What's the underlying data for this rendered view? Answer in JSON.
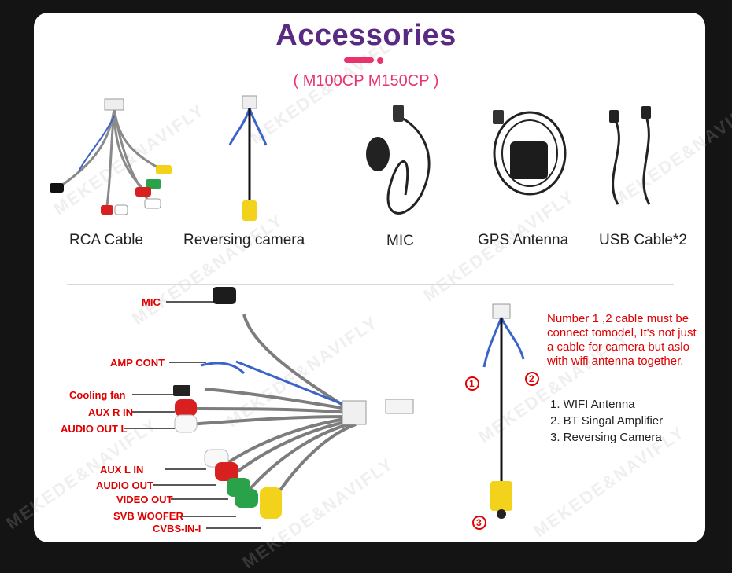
{
  "header": {
    "title": "Accessories",
    "subtitle": "( M100CP M150CP )"
  },
  "accessories": [
    {
      "label": "RCA Cable",
      "icon": "rca-cable-image"
    },
    {
      "label": "Reversing  camera",
      "icon": "reversing-camera-cable-image"
    },
    {
      "label": "MIC",
      "icon": "mic-image"
    },
    {
      "label": "GPS Antenna",
      "icon": "gps-antenna-image"
    },
    {
      "label": "USB Cable*2",
      "icon": "usb-cable-image"
    }
  ],
  "diagram": {
    "callouts": {
      "mic": "MIC",
      "amp_cont": "AMP CONT",
      "cooling_fan": "Cooling fan",
      "aux_r_in": "AUX R IN",
      "audio_out_l": "AUDIO OUT L",
      "aux_l_in": "AUX L IN",
      "audio_out": "AUDIO OUT",
      "video_out": "VIDEO OUT",
      "svb_woofer": "SVB WOOFER",
      "cvbs_in": "CVBS-IN-I"
    },
    "numbers": [
      "1",
      "2",
      "3"
    ],
    "note": "Number 1 ,2 cable must be connect tomodel, It's not just a cable for camera but aslo with wifi antenna together.",
    "features": [
      "1. WIFI Antenna",
      "2. BT Singal Amplifier",
      "3. Reversing Camera"
    ]
  },
  "watermark": "MEKEDE&NAVIFLY",
  "colors": {
    "title": "#5a2a82",
    "accent": "#e8336d",
    "callout": "#e10000"
  }
}
